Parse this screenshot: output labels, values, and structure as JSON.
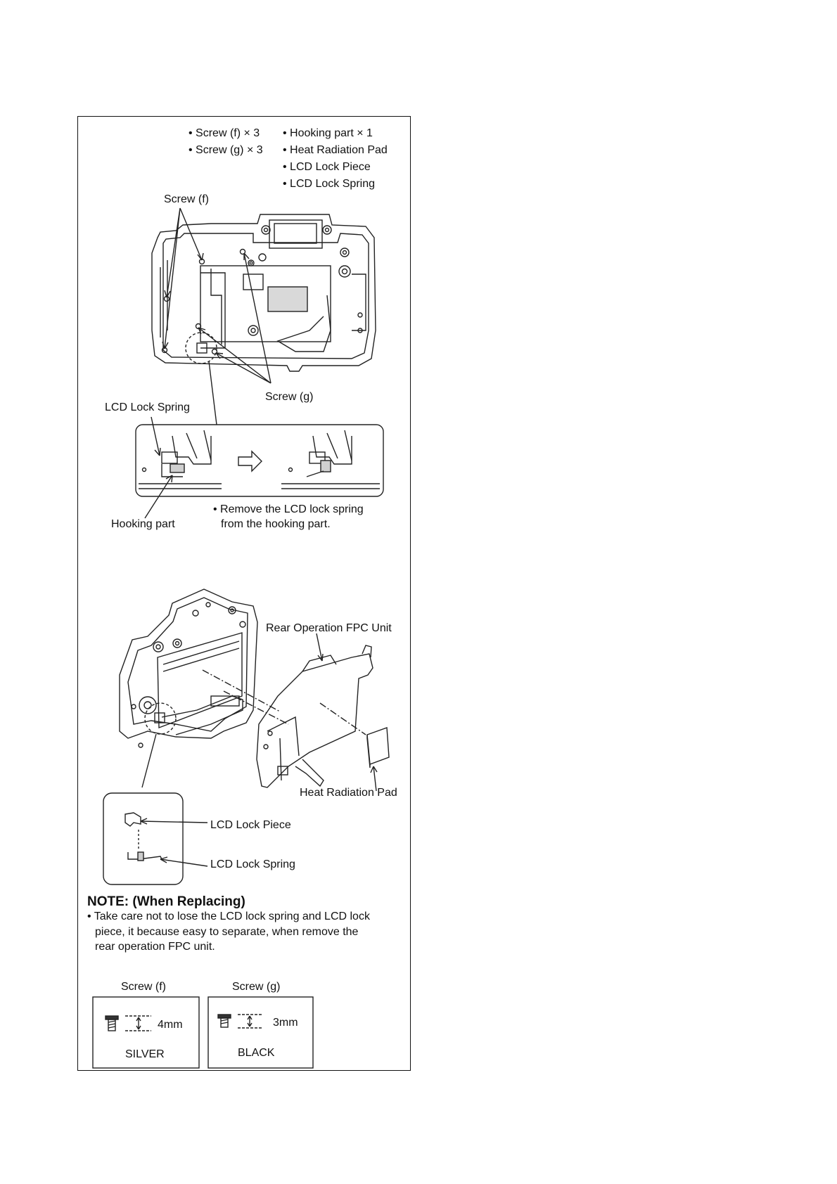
{
  "parts_list": {
    "left": [
      "• Screw (f) × 3",
      "• Screw (g) × 3"
    ],
    "right": [
      "• Hooking part × 1",
      "• Heat Radiation Pad",
      "• LCD Lock Piece",
      "• LCD Lock Spring"
    ]
  },
  "figure1": {
    "screw_f_label": "Screw (f)",
    "screw_g_label": "Screw (g)",
    "lcd_lock_spring_label": "LCD Lock Spring",
    "hooking_part_label": "Hooking part",
    "instruction_line1": "• Remove the LCD lock spring",
    "instruction_line2": "from the hooking part."
  },
  "figure2": {
    "rear_fpc_label": "Rear Operation FPC Unit",
    "heat_pad_label": "Heat Radiation Pad",
    "lcd_lock_piece_label": "LCD Lock Piece",
    "lcd_lock_spring_label": "LCD Lock Spring"
  },
  "note": {
    "title": "NOTE: (When Replacing)",
    "line1": "• Take care not to lose the LCD lock spring and LCD lock",
    "line2": "piece, it because easy to separate, when remove the",
    "line3": "rear operation FPC unit."
  },
  "screws": [
    {
      "label": "Screw (f)",
      "length": "4mm",
      "color": "SILVER"
    },
    {
      "label": "Screw (g)",
      "length": "3mm",
      "color": "BLACK"
    }
  ]
}
